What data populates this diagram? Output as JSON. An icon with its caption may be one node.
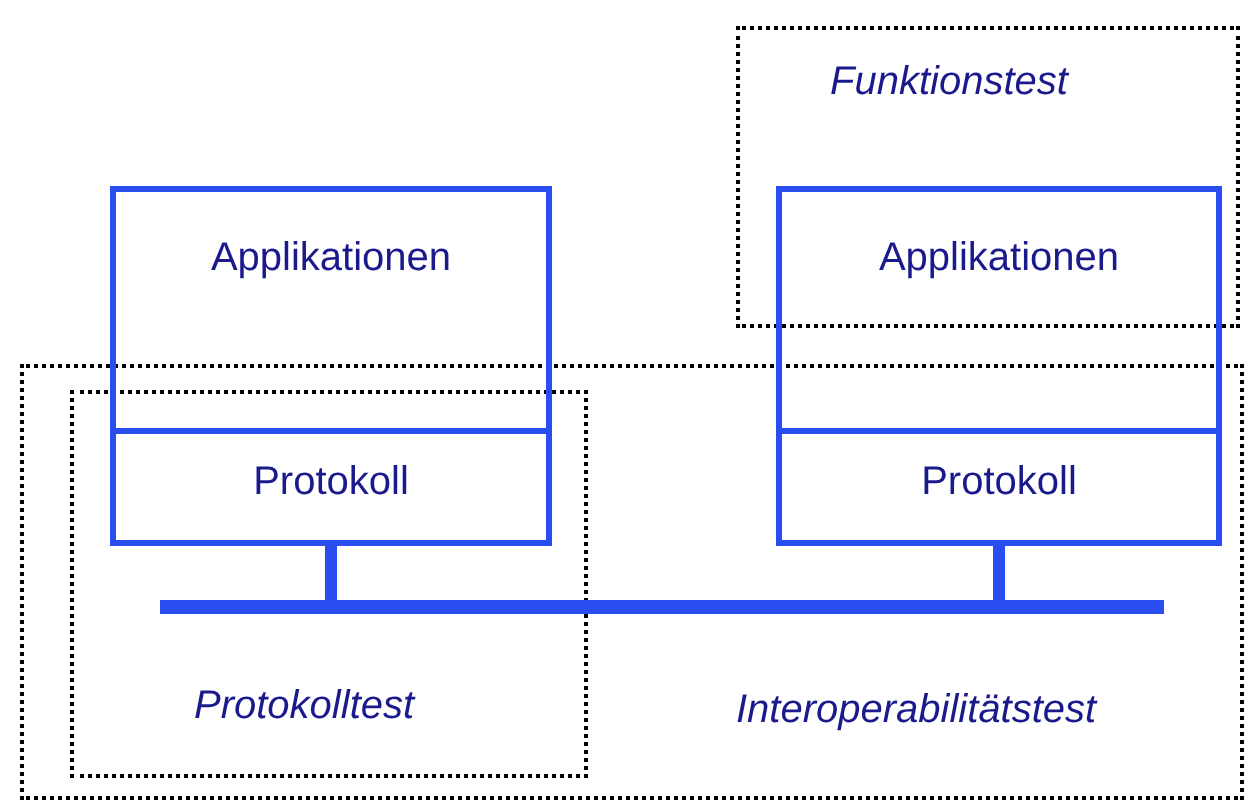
{
  "diagram": {
    "nodes": [
      {
        "text": [
          "Funktionstest"
        ]
      },
      {
        "text": [
          "Applikationen"
        ]
      },
      {
        "text": [
          "Applikationen"
        ]
      },
      {
        "text": [
          "Interoperabilitätstest"
        ]
      },
      {
        "text": [
          "Protokolltest"
        ],
        "in": 3
      },
      {
        "text": [
          "Protokoll"
        ],
        "in": 4
      },
      {
        "text": [
          "Protokoll"
        ],
        "in": 3
      },
      {
        "text": [],
        "shape": "bar",
        "in": 3
      }
    ],
    "edges": [
      {
        "from": 5,
        "to": 7,
        "arrow": "none"
      },
      {
        "from": 6,
        "to": 7,
        "arrow": "none"
      }
    ]
  }
}
